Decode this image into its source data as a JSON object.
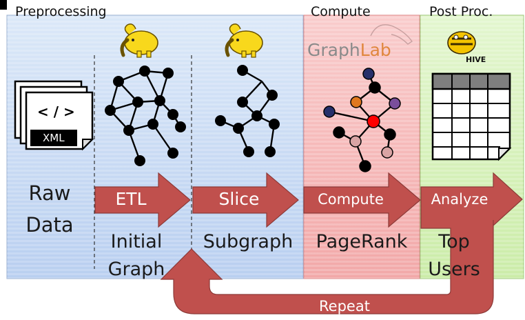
{
  "sections": {
    "preprocessing": "Preprocessing",
    "compute": "Compute",
    "post_proc": "Post Proc."
  },
  "logos": {
    "graphlab_left": "Graph",
    "graphlab_right": "Lab",
    "hive": "HIVE"
  },
  "xml_icon": {
    "tag": "< / >",
    "label": "XML"
  },
  "stages": {
    "raw_data": [
      "Raw",
      "Data"
    ],
    "initial_graph": [
      "Initial",
      "Graph"
    ],
    "subgraph": "Subgraph",
    "pagerank": "PageRank",
    "top_users": [
      "Top",
      "Users"
    ]
  },
  "arrows": {
    "etl": "ETL",
    "slice": "Slice",
    "compute": "Compute",
    "analyze": "Analyze",
    "repeat": "Repeat"
  },
  "colors": {
    "preprocess_bg": "#c9dcf4",
    "compute_bg": "#f6b8b8",
    "post_bg": "#d6f1bd",
    "arrow": "#c0504d",
    "node_black": "#000000",
    "node_red": "#ff0000",
    "node_orange": "#e0781e",
    "node_purple": "#7a4e9c",
    "node_navy": "#26306a",
    "node_pink": "#d9a4a4"
  }
}
